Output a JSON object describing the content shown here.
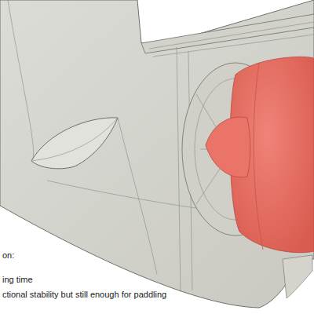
{
  "diagram": {
    "labels": [
      "on:",
      "ing time",
      "ctional stability but still enough for paddling"
    ]
  }
}
